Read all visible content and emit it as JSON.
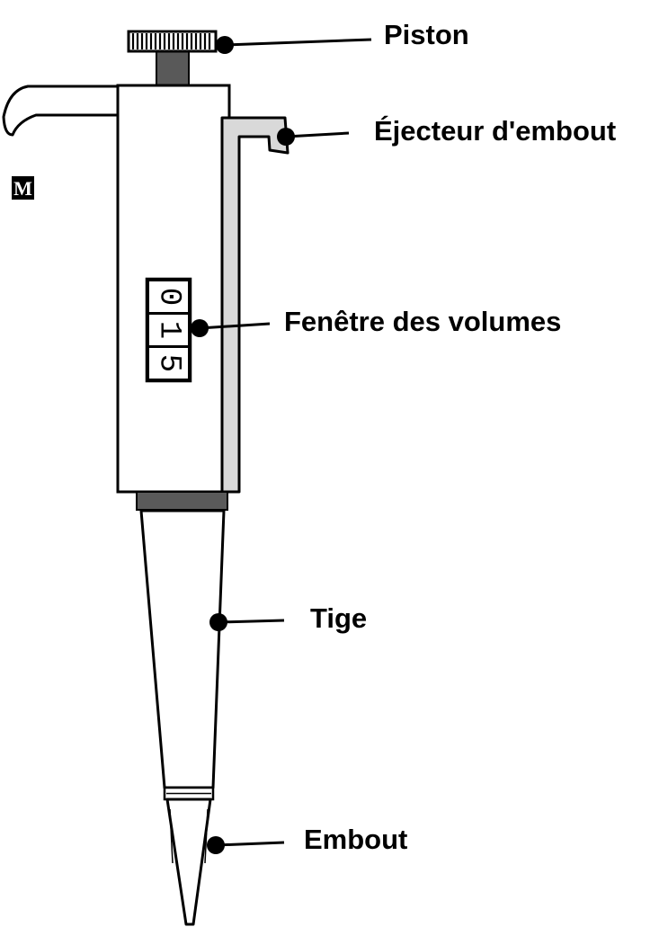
{
  "labels": {
    "piston": "Piston",
    "ejector": "Éjecteur d'embout",
    "volume_window": "Fenêtre des volumes",
    "shaft": "Tige",
    "tip": "Embout"
  },
  "volume_digits": [
    "0",
    "1",
    "5"
  ],
  "logo_mark": "M",
  "colors": {
    "outline": "#000000",
    "body_fill": "#ffffff",
    "ejector_fill": "#d9d9d9",
    "plunger_fill": "#595959",
    "collar_fill": "#5a5a5a"
  }
}
